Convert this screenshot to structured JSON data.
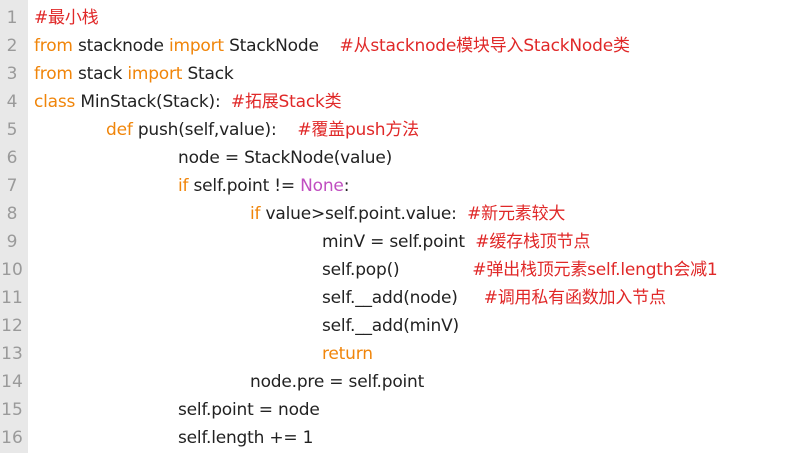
{
  "colors": {
    "keyword": "#f0850a",
    "constant": "#c04ec0",
    "comment": "#e02828",
    "text": "#222222",
    "line_number": "#9a9a9a",
    "gutter_background": "#e8e8e8"
  },
  "editor": {
    "lines": [
      {
        "number": "1",
        "tokens": [
          {
            "type": "comment",
            "text": "#最小栈"
          }
        ]
      },
      {
        "number": "2",
        "tokens": [
          {
            "type": "keyword",
            "text": "from"
          },
          {
            "type": "text",
            "text": " stacknode "
          },
          {
            "type": "keyword",
            "text": "import"
          },
          {
            "type": "text",
            "text": " StackNode    "
          },
          {
            "type": "comment",
            "text": "#从stacknode模块导入StackNode类"
          }
        ]
      },
      {
        "number": "3",
        "tokens": [
          {
            "type": "keyword",
            "text": "from"
          },
          {
            "type": "text",
            "text": " stack "
          },
          {
            "type": "keyword",
            "text": "import"
          },
          {
            "type": "text",
            "text": " Stack"
          }
        ]
      },
      {
        "number": "4",
        "tokens": [
          {
            "type": "keyword",
            "text": "class"
          },
          {
            "type": "text",
            "text": " MinStack(Stack):  "
          },
          {
            "type": "comment",
            "text": "#拓展Stack类"
          }
        ]
      },
      {
        "number": "5",
        "tokens": [
          {
            "type": "keyword",
            "text": "def"
          },
          {
            "type": "text",
            "text": " push(self,value):    "
          },
          {
            "type": "comment",
            "text": "#覆盖push方法"
          }
        ]
      },
      {
        "number": "6",
        "tokens": [
          {
            "type": "text",
            "text": "node = StackNode(value)"
          }
        ]
      },
      {
        "number": "7",
        "tokens": [
          {
            "type": "keyword",
            "text": "if"
          },
          {
            "type": "text",
            "text": " self.point != "
          },
          {
            "type": "constant",
            "text": "None"
          },
          {
            "type": "text",
            "text": ":"
          }
        ]
      },
      {
        "number": "8",
        "tokens": [
          {
            "type": "keyword",
            "text": "if"
          },
          {
            "type": "text",
            "text": " value>self.point.value:  "
          },
          {
            "type": "comment",
            "text": "#新元素较大"
          }
        ]
      },
      {
        "number": "9",
        "tokens": [
          {
            "type": "text",
            "text": "minV = self.point  "
          },
          {
            "type": "comment",
            "text": "#缓存栈顶节点"
          }
        ]
      },
      {
        "number": "10",
        "tokens": [
          {
            "type": "text",
            "text": "self.pop()              "
          },
          {
            "type": "comment",
            "text": "#弹出栈顶元素self.length会减1"
          }
        ]
      },
      {
        "number": "11",
        "tokens": [
          {
            "type": "text",
            "text": "self.__add(node)     "
          },
          {
            "type": "comment",
            "text": "#调用私有函数加入节点"
          }
        ]
      },
      {
        "number": "12",
        "tokens": [
          {
            "type": "text",
            "text": "self.__add(minV)"
          }
        ]
      },
      {
        "number": "13",
        "tokens": [
          {
            "type": "keyword",
            "text": "return"
          }
        ]
      },
      {
        "number": "14",
        "tokens": [
          {
            "type": "text",
            "text": "node.pre = self.point"
          }
        ]
      },
      {
        "number": "15",
        "tokens": [
          {
            "type": "text",
            "text": "self.point = node"
          }
        ]
      },
      {
        "number": "16",
        "tokens": [
          {
            "type": "text",
            "text": "self.length += 1"
          }
        ]
      }
    ]
  }
}
